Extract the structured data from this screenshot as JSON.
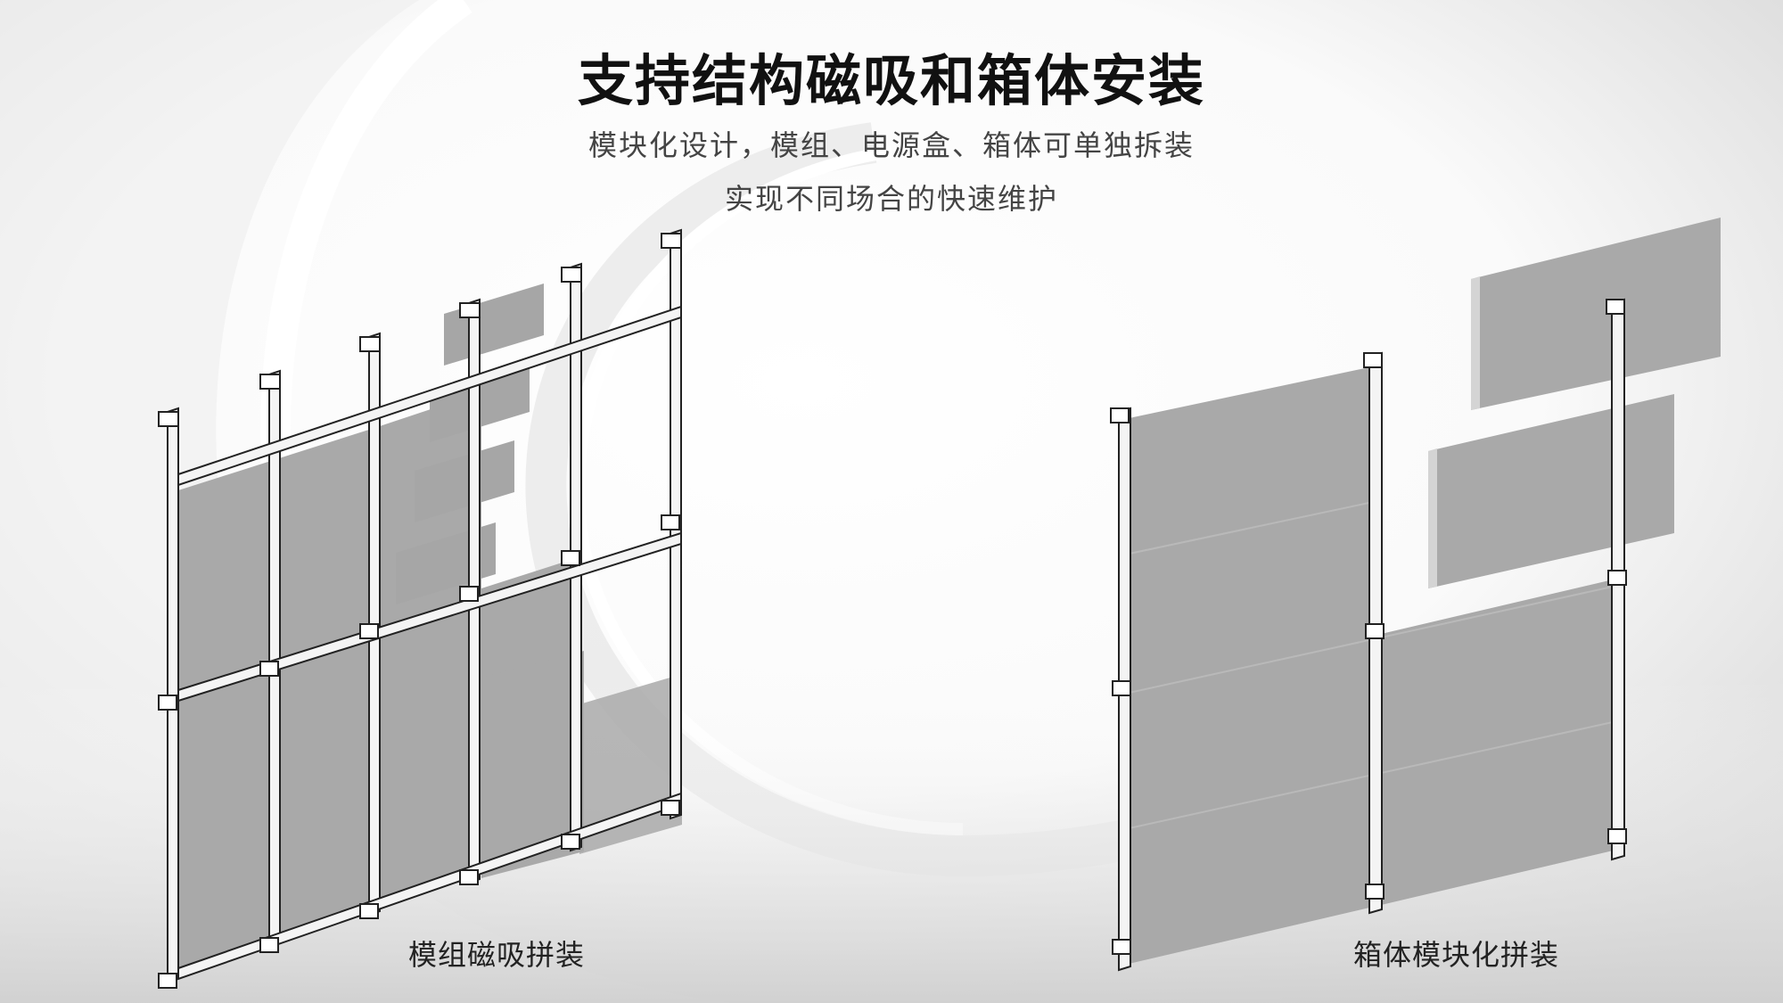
{
  "header": {
    "title": "支持结构磁吸和箱体安装",
    "subtitle_line1": "模块化设计，模组、电源盒、箱体可单独拆装",
    "subtitle_line2": "实现不同场合的快速维护"
  },
  "captions": {
    "left": "模组磁吸拼装",
    "right": "箱体模块化拼装"
  },
  "colors": {
    "panel_gray": "#a9a9a9",
    "frame_outline": "#222222",
    "frame_fill": "#f2f2f2",
    "background_swirl": "#e6e6e6"
  }
}
